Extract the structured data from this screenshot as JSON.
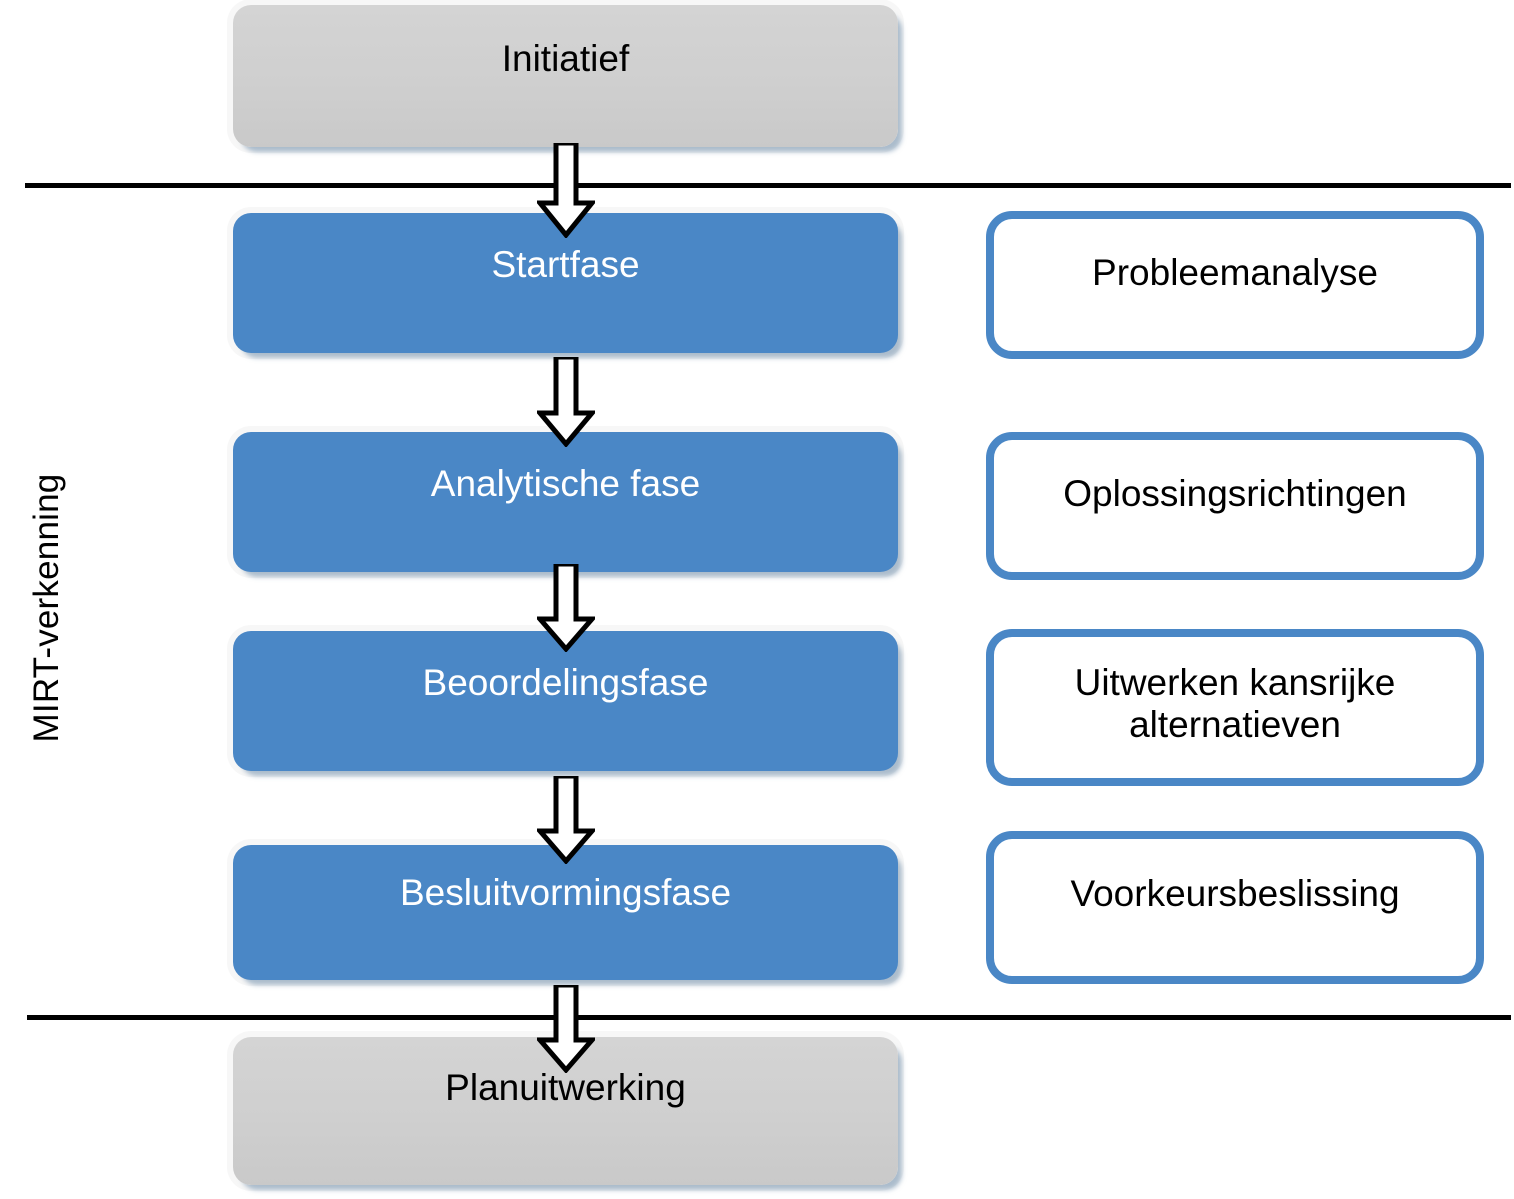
{
  "diagram": {
    "title": "MIRT-verkenning procesdiagram",
    "band_label": "MIRT-verkenning",
    "colors": {
      "phase_blue": "#4a87c6",
      "phase_gray": "#cfcfcf",
      "note_border": "#4a87c6",
      "divider": "#000000",
      "arrow_fill": "#ffffff",
      "arrow_stroke": "#000000"
    },
    "phases": [
      {
        "id": "initiatief",
        "label": "Initiatief",
        "style": "gray"
      },
      {
        "id": "startfase",
        "label": "Startfase",
        "style": "blue"
      },
      {
        "id": "analytische",
        "label": "Analytische fase",
        "style": "blue"
      },
      {
        "id": "beoordeling",
        "label": "Beoordelingsfase",
        "style": "blue"
      },
      {
        "id": "besluit",
        "label": "Besluitvormingsfase",
        "style": "blue"
      },
      {
        "id": "planuitwerking",
        "label": "Planuitwerking",
        "style": "gray"
      }
    ],
    "notes": [
      {
        "id": "probleemanalyse",
        "label": "Probleemanalyse",
        "for_phase": "startfase"
      },
      {
        "id": "oplossing",
        "label": "Oplossingsrichtingen",
        "for_phase": "analytische"
      },
      {
        "id": "uitwerken",
        "label": "Uitwerken kansrijke alternatieven",
        "for_phase": "beoordeling"
      },
      {
        "id": "voorkeurs",
        "label": "Voorkeursbeslissing",
        "for_phase": "besluit"
      }
    ],
    "connectors": [
      {
        "id": "arrow-1",
        "icon": "down-block-arrow-icon",
        "from": "initiatief",
        "to": "startfase"
      },
      {
        "id": "arrow-2",
        "icon": "down-block-arrow-icon",
        "from": "startfase",
        "to": "analytische"
      },
      {
        "id": "arrow-3",
        "icon": "down-block-arrow-icon",
        "from": "analytische",
        "to": "beoordeling"
      },
      {
        "id": "arrow-4",
        "icon": "down-block-arrow-icon",
        "from": "beoordeling",
        "to": "besluit"
      },
      {
        "id": "arrow-5",
        "icon": "down-block-arrow-icon",
        "from": "besluit",
        "to": "planuitwerking"
      }
    ],
    "dividers": [
      {
        "id": "divider-top",
        "meaning": "start of MIRT-verkenning band"
      },
      {
        "id": "divider-bottom",
        "meaning": "end of MIRT-verkenning band"
      }
    ]
  }
}
